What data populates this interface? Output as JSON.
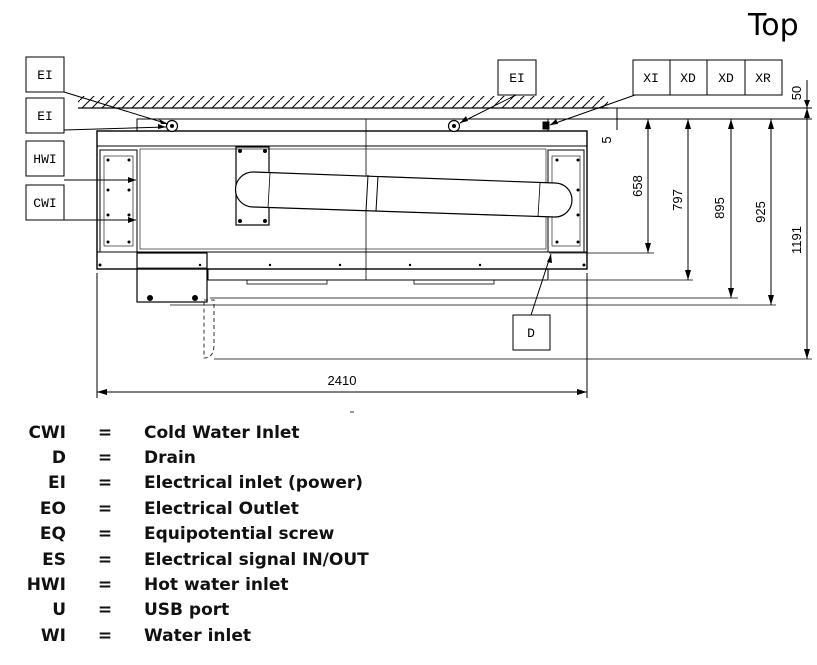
{
  "view_title": "Top",
  "callouts": {
    "ei_left_top": "EI",
    "ei_left_second": "EI",
    "hwi": "HWI",
    "cwi": "CWI",
    "ei_right": "EI",
    "xi": "XI",
    "xd_1": "XD",
    "xd_2": "XD",
    "xr": "XR",
    "drain": "D"
  },
  "dimensions": {
    "width": "2410",
    "d50": "50",
    "d5": "5",
    "d658": "658",
    "d797": "797",
    "d895": "895",
    "d925": "925",
    "d1191": "1191"
  },
  "legend": [
    {
      "code": "CWI",
      "eq": "=",
      "desc": "Cold Water Inlet"
    },
    {
      "code": "D",
      "eq": "=",
      "desc": "Drain"
    },
    {
      "code": "EI",
      "eq": "=",
      "desc": "Electrical inlet (power)"
    },
    {
      "code": "EO",
      "eq": "=",
      "desc": "Electrical Outlet"
    },
    {
      "code": "EQ",
      "eq": "=",
      "desc": "Equipotential screw"
    },
    {
      "code": "ES",
      "eq": "=",
      "desc": "Electrical signal IN/OUT"
    },
    {
      "code": "HWI",
      "eq": "=",
      "desc": "Hot water inlet"
    },
    {
      "code": "U",
      "eq": "=",
      "desc": "USB port"
    },
    {
      "code": "WI",
      "eq": "=",
      "desc": "Water inlet"
    }
  ]
}
